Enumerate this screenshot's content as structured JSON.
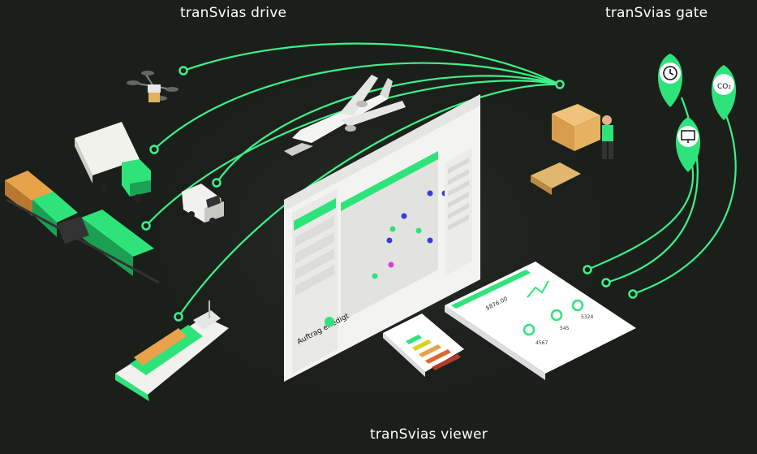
{
  "labels": {
    "drive": "tranSvias drive",
    "gate": "tranSvias gate",
    "viewer": "tranSvias viewer"
  },
  "screen": {
    "status_text": "Auftrag erledigt"
  },
  "tablet": {
    "value": "$876.00",
    "stats": [
      "4567",
      "545",
      "5324"
    ]
  },
  "gate_icons": [
    "clock-icon",
    "co2-footprint-icon",
    "monitor-icon"
  ],
  "vehicle_icons": [
    "drone-icon",
    "truck-icon",
    "van-icon",
    "train-icon",
    "ship-icon",
    "airplane-icon"
  ],
  "colors": {
    "background": "#1b1f1a",
    "accent": "#2fe37b",
    "connector": "#3ef08a"
  }
}
